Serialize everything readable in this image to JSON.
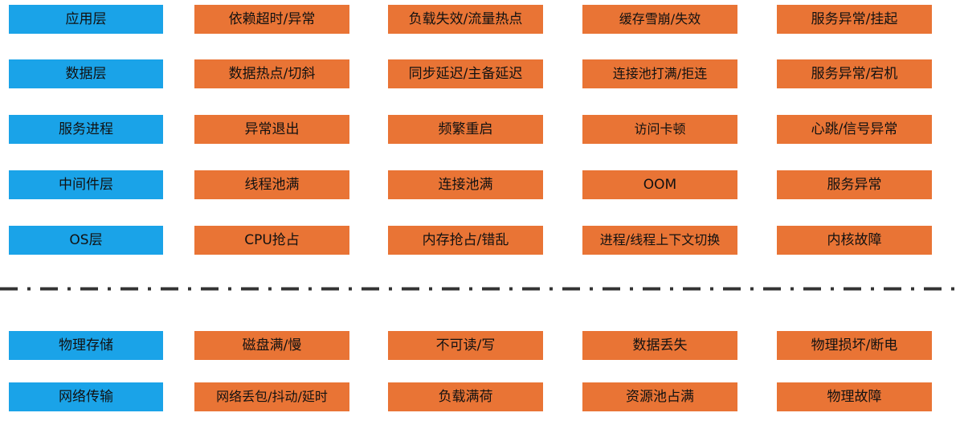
{
  "colors": {
    "layer_box": "#1aa3e8",
    "issue_box": "#e97435",
    "divider": "#333333"
  },
  "rows": [
    {
      "layer": "应用层",
      "issues": [
        "依赖超时/异常",
        "负载失效/流量热点",
        "缓存雪崩/失效",
        "服务异常/挂起"
      ]
    },
    {
      "layer": "数据层",
      "issues": [
        "数据热点/切斜",
        "同步延迟/主备延迟",
        "连接池打满/拒连",
        "服务异常/宕机"
      ]
    },
    {
      "layer": "服务进程",
      "issues": [
        "异常退出",
        "频繁重启",
        "访问卡顿",
        "心跳/信号异常"
      ]
    },
    {
      "layer": "中间件层",
      "issues": [
        "线程池满",
        "连接池满",
        "OOM",
        "服务异常"
      ]
    },
    {
      "layer": "OS层",
      "issues": [
        "CPU抢占",
        "内存抢占/错乱",
        "进程/线程上下文切换",
        "内核故障"
      ]
    },
    {
      "layer": "物理存储",
      "issues": [
        "磁盘满/慢",
        "不可读/写",
        "数据丢失",
        "物理损坏/断电"
      ]
    },
    {
      "layer": "网络传输",
      "issues": [
        "网络丢包/抖动/延时",
        "负载满荷",
        "资源池占满",
        "物理故障"
      ]
    }
  ]
}
